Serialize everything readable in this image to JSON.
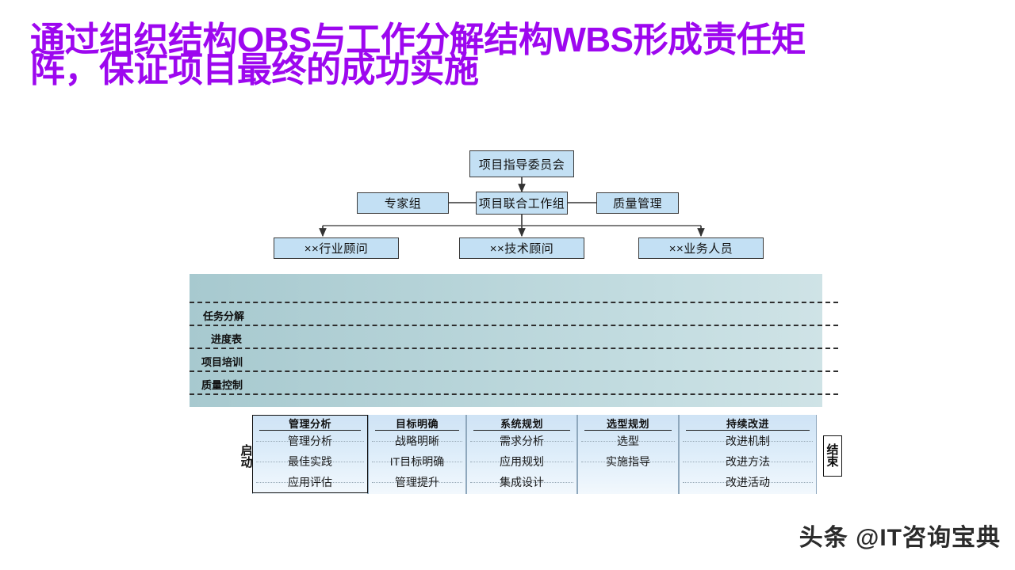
{
  "slide": {
    "title_line_1": "通过组织结构OBS与工作分解结构WBS形成责任矩",
    "title_line_2": "阵，保证项目最终的成功实施",
    "title_color": "#9d07ef",
    "background_color": "#ffffff"
  },
  "org_chart": {
    "box_fill": "#c3e0f4",
    "box_border": "#3a3a3a",
    "top": {
      "label": "项目指导委员会"
    },
    "center": {
      "label": "项目联合工作组"
    },
    "left": {
      "label": "专家组"
    },
    "right": {
      "label": "质量管理"
    },
    "children": [
      {
        "label": "××行业顾问"
      },
      {
        "label": "××技术顾问"
      },
      {
        "label": "××业务人员"
      }
    ]
  },
  "band": {
    "fill_start": "#a7c9cf",
    "fill_end": "#cfe3e6",
    "rows": [
      {
        "label": "任务分解"
      },
      {
        "label": "进度表"
      },
      {
        "label": "项目培训"
      },
      {
        "label": "质量控制"
      }
    ]
  },
  "process": {
    "start_label": "启动",
    "end_label": "结束",
    "panel_fill_top": "#cfe3f5",
    "panel_fill_bottom": "#f2f8fd",
    "columns": [
      {
        "header": "管理分析",
        "items": [
          "管理分析",
          "最佳实践",
          "应用评估"
        ],
        "highlighted": true
      },
      {
        "header": "目标明确",
        "items": [
          "战略明晰",
          "IT目标明确",
          "管理提升"
        ],
        "highlighted": false
      },
      {
        "header": "系统规划",
        "items": [
          "需求分析",
          "应用规划",
          "集成设计"
        ],
        "highlighted": false
      },
      {
        "header": "选型规划",
        "items": [
          "选型",
          "实施指导"
        ],
        "highlighted": false
      },
      {
        "header": "持续改进",
        "items": [
          "改进机制",
          "改进方法",
          "改进活动"
        ],
        "highlighted": false
      }
    ]
  },
  "watermark": {
    "text": "头条 @IT咨询宝典"
  }
}
